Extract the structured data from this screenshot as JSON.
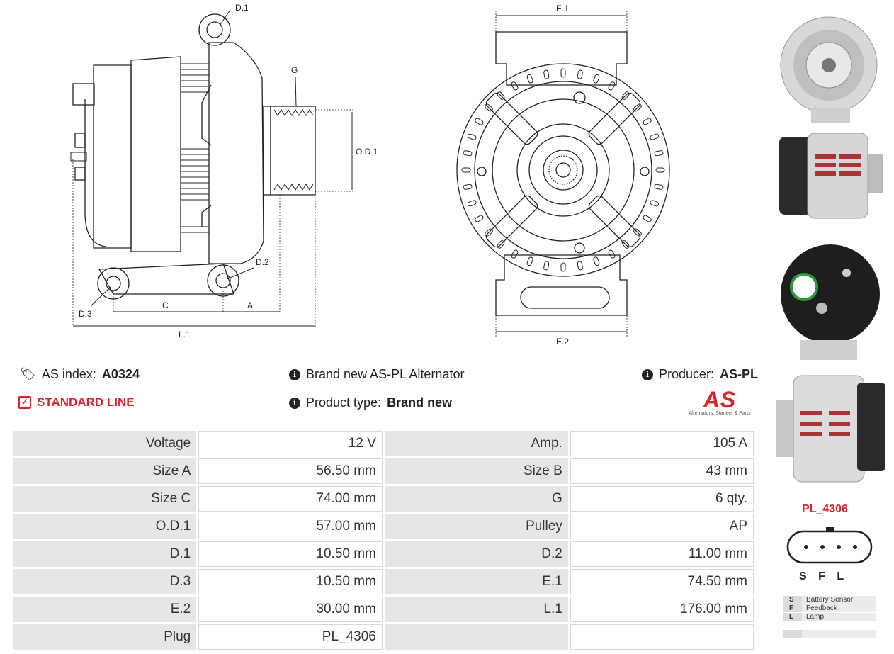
{
  "drawing": {
    "labels": {
      "d1": "D.1",
      "d2": "D.2",
      "d3": "D.3",
      "g": "G",
      "od1": "O.D.1",
      "c": "C",
      "a": "A",
      "l1": "L.1",
      "e1": "E.1",
      "e2": "E.2"
    }
  },
  "info": {
    "as_index_label": "AS index:",
    "as_index_value": "A0324",
    "standard_line": "STANDARD LINE",
    "brand_text": "Brand new AS-PL Alternator",
    "product_type_label": "Product type:",
    "product_type_value": "Brand new",
    "producer_label": "Producer:",
    "producer_value": "AS-PL",
    "logo_text": "AS",
    "logo_tagline": "Alternators, Starters & Parts"
  },
  "specs": [
    [
      "Voltage",
      "12 V",
      "Amp.",
      "105 A"
    ],
    [
      "Size A",
      "56.50 mm",
      "Size B",
      "43 mm"
    ],
    [
      "Size C",
      "74.00 mm",
      "G",
      "6 qty."
    ],
    [
      "O.D.1",
      "57.00 mm",
      "Pulley",
      "AP"
    ],
    [
      "D.1",
      "10.50 mm",
      "D.2",
      "11.00 mm"
    ],
    [
      "D.3",
      "10.50 mm",
      "E.1",
      "74.50 mm"
    ],
    [
      "E.2",
      "30.00 mm",
      "L.1",
      "176.00 mm"
    ],
    [
      "Plug",
      "PL_4306",
      "",
      ""
    ]
  ],
  "plug": {
    "name": "PL_4306",
    "pins": "S F L",
    "legend": [
      {
        "key": "S",
        "value": "Battery Sensor"
      },
      {
        "key": "F",
        "value": "Feedback"
      },
      {
        "key": "L",
        "value": "Lamp"
      },
      {
        "key": "",
        "value": ""
      }
    ]
  },
  "colors": {
    "accent_red": "#d9242b",
    "label_bg": "#e6e6e6"
  }
}
